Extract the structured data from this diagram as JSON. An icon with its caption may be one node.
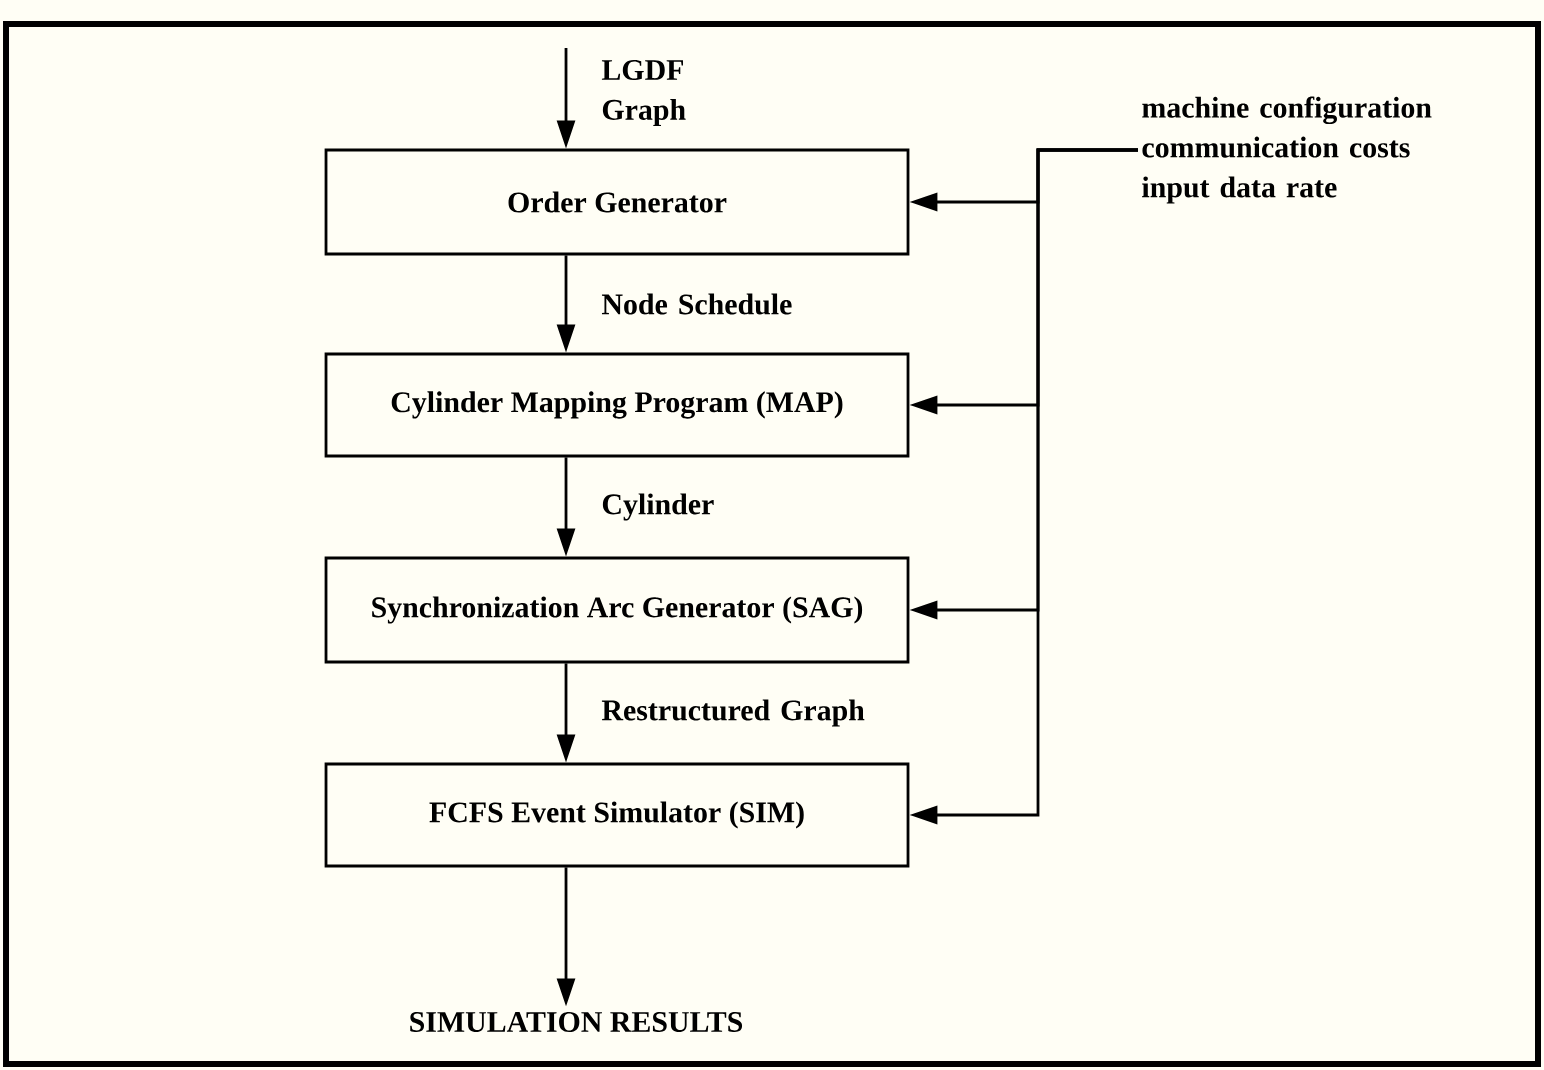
{
  "diagram": {
    "nodes": [
      {
        "text": [
          "Order Generator"
        ]
      },
      {
        "text": [
          "Cylinder Mapping Program (MAP)"
        ]
      },
      {
        "text": [
          "Synchronization Arc Generator (SAG)"
        ]
      },
      {
        "text": [
          "FCFS Event Simulator (SIM)"
        ]
      },
      {
        "text": [
          "SIMULATION RESULTS"
        ]
      },
      {
        "text": [
          "machine configuration communication costs input data rate"
        ]
      }
    ],
    "edges": [
      {
        "from": null,
        "to": 0,
        "arrow": "to",
        "label": "LGDF Graph"
      },
      {
        "from": 0,
        "to": 1,
        "arrow": "to",
        "label": "Node Schedule"
      },
      {
        "from": 1,
        "to": 2,
        "arrow": "to",
        "label": "Cylinder"
      },
      {
        "from": 2,
        "to": 3,
        "arrow": "to",
        "label": "Restructured Graph"
      },
      {
        "from": 3,
        "to": 4,
        "arrow": "to"
      },
      {
        "from": 5,
        "to": 0,
        "arrow": "to"
      },
      {
        "from": 5,
        "to": 1,
        "arrow": "to"
      },
      {
        "from": 5,
        "to": 2,
        "arrow": "to"
      },
      {
        "from": 5,
        "to": 3,
        "arrow": "to"
      }
    ]
  }
}
